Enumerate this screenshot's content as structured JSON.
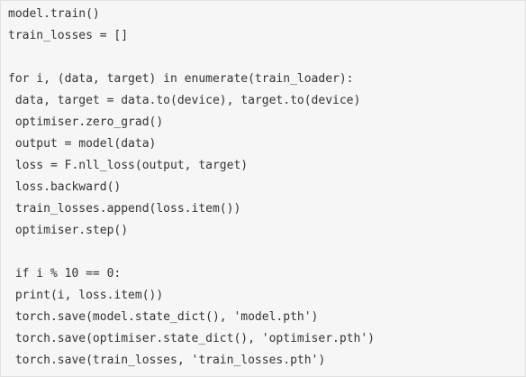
{
  "code": {
    "lines": [
      "model.train()",
      "train_losses = []",
      "",
      "for i, (data, target) in enumerate(train_loader):",
      " data, target = data.to(device), target.to(device)",
      " optimiser.zero_grad()",
      " output = model(data)",
      " loss = F.nll_loss(output, target)",
      " loss.backward()",
      " train_losses.append(loss.item())",
      " optimiser.step()",
      "",
      " if i % 10 == 0:",
      " print(i, loss.item())",
      " torch.save(model.state_dict(), 'model.pth')",
      " torch.save(optimiser.state_dict(), 'optimiser.pth')",
      " torch.save(train_losses, 'train_losses.pth')"
    ]
  }
}
